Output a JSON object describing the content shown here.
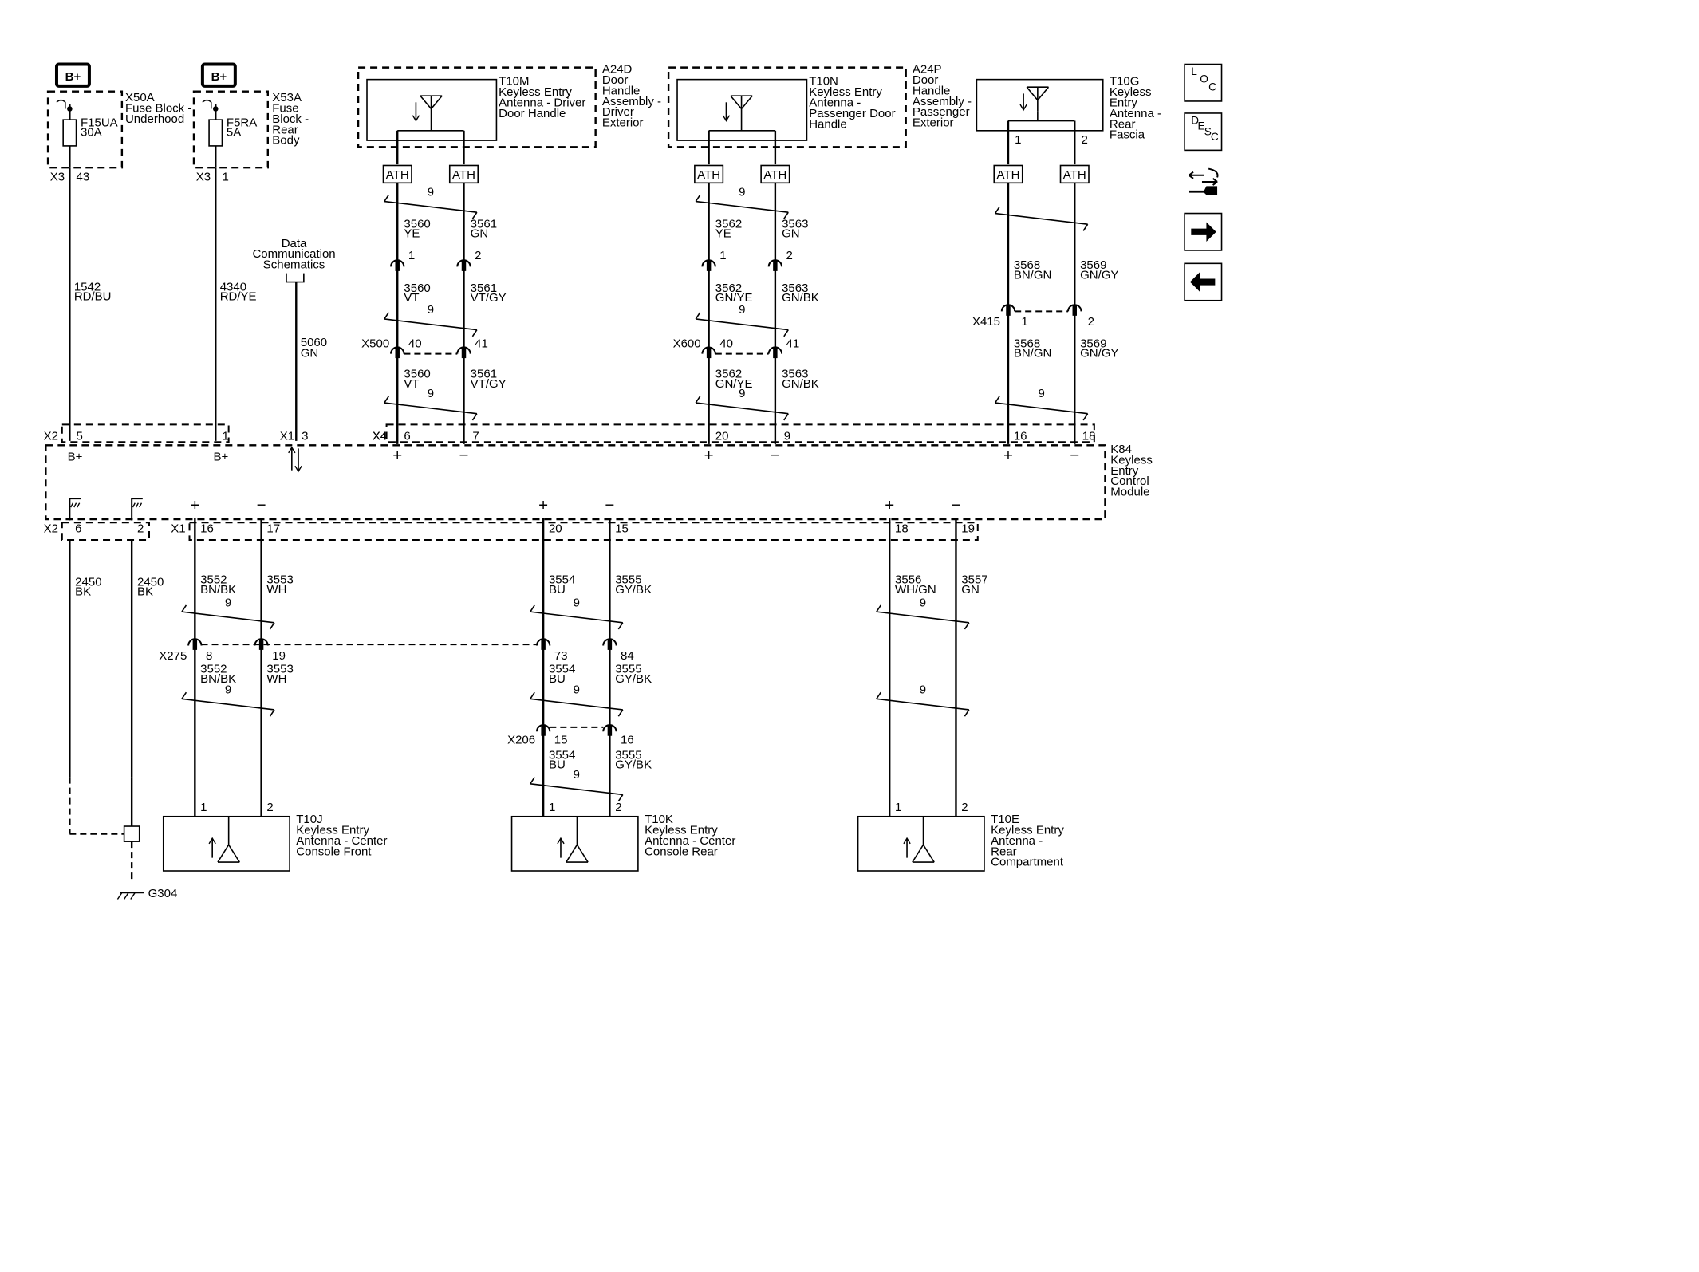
{
  "fuses": [
    {
      "badge": "B+",
      "id": "X50A",
      "lines": [
        "Fuse Block -",
        "Underhood"
      ],
      "fuse_name": "F15UA",
      "rating": "30A",
      "conn": "X3",
      "pin": "43",
      "circuit": "1542",
      "color": "RD/BU",
      "module_pin": "5",
      "module_label": "B+"
    },
    {
      "badge": "B+",
      "id": "X53A",
      "lines": [
        "Fuse",
        "Block -",
        "Rear",
        "Body"
      ],
      "fuse_name": "F5RA",
      "rating": "5A",
      "conn": "X3",
      "pin": "1",
      "circuit": "4340",
      "color": "RD/YE",
      "module_pin": "1",
      "module_label": "B+"
    }
  ],
  "data_comm": {
    "lines": [
      "Data",
      "Communication",
      "Schematics"
    ],
    "circuit": "5060",
    "color": "GN",
    "conn": "X1",
    "pin": "3"
  },
  "top_antennas": [
    {
      "id": "T10M",
      "desc": [
        "Keyless Entry",
        "Antenna - Driver",
        "Door Handle"
      ],
      "assembly_id": "A24D",
      "assembly": [
        "Door",
        "Handle",
        "Assembly -",
        "Driver",
        "Exterior"
      ],
      "ath": "ATH",
      "twist": "9",
      "upper": [
        [
          "3560",
          "YE"
        ],
        [
          "3561",
          "GN"
        ]
      ],
      "inline_pins": [
        "1",
        "2"
      ],
      "mid": [
        [
          "3560",
          "VT"
        ],
        [
          "3561",
          "VT/GY"
        ]
      ],
      "conn": "X500",
      "conn_pins": [
        "40",
        "41"
      ],
      "lower": [
        [
          "3560",
          "VT"
        ],
        [
          "3561",
          "VT/GY"
        ]
      ],
      "module_conn": "X4",
      "module_pins": [
        "6",
        "7"
      ]
    },
    {
      "id": "T10N",
      "desc": [
        "Keyless Entry",
        "Antenna -",
        "Passenger Door",
        "Handle"
      ],
      "assembly_id": "A24P",
      "assembly": [
        "Door",
        "Handle",
        "Assembly -",
        "Passenger",
        "Exterior"
      ],
      "ath": "ATH",
      "twist": "9",
      "upper": [
        [
          "3562",
          "YE"
        ],
        [
          "3563",
          "GN"
        ]
      ],
      "inline_pins": [
        "1",
        "2"
      ],
      "mid": [
        [
          "3562",
          "GN/YE"
        ],
        [
          "3563",
          "GN/BK"
        ]
      ],
      "conn": "X600",
      "conn_pins": [
        "40",
        "41"
      ],
      "lower": [
        [
          "3562",
          "GN/YE"
        ],
        [
          "3563",
          "GN/BK"
        ]
      ],
      "module_conn": "",
      "module_pins": [
        "20",
        "9"
      ]
    },
    {
      "id": "T10G",
      "desc": [
        "Keyless",
        "Entry",
        "Antenna -",
        "Rear",
        "Fascia"
      ],
      "pins": [
        "1",
        "2"
      ],
      "ath": "ATH",
      "twist": "9",
      "upper": [
        [
          "3568",
          "BN/GN"
        ],
        [
          "3569",
          "GN/GY"
        ]
      ],
      "conn": "X415",
      "conn_pins": [
        "1",
        "2"
      ],
      "lower": [
        [
          "3568",
          "BN/GN"
        ],
        [
          "3569",
          "GN/GY"
        ]
      ],
      "module_pins": [
        "16",
        "18"
      ]
    }
  ],
  "module": {
    "id": "K84",
    "lines": [
      "Keyless",
      "Entry",
      "Control",
      "Module"
    ],
    "plus": "+",
    "minus": "−",
    "top_conns": [
      "X2",
      "X1",
      "X4"
    ],
    "bottom_conns": [
      "X2",
      "X1"
    ]
  },
  "grounds": {
    "pins": [
      "6",
      "2"
    ],
    "circuit": "2450",
    "color": "BK",
    "ground_id": "G304"
  },
  "bottom_antennas": [
    {
      "id": "T10J",
      "desc": [
        "Keyless Entry",
        "Antenna - Center",
        "Console Front"
      ],
      "module_pins": [
        "16",
        "17"
      ],
      "upper": [
        [
          "3552",
          "BN/BK"
        ],
        [
          "3553",
          "WH"
        ]
      ],
      "twist": "9",
      "conn": "X275",
      "conn_pins": [
        "8",
        "19"
      ],
      "lower": [
        [
          "3552",
          "BN/BK"
        ],
        [
          "3553",
          "WH"
        ]
      ],
      "pins": [
        "1",
        "2"
      ]
    },
    {
      "id": "T10K",
      "desc": [
        "Keyless Entry",
        "Antenna - Center",
        "Console Rear"
      ],
      "module_pins": [
        "20",
        "15"
      ],
      "upper": [
        [
          "3554",
          "BU"
        ],
        [
          "3555",
          "GY/BK"
        ]
      ],
      "twist": "9",
      "conn": "",
      "conn_pins": [
        "73",
        "84"
      ],
      "mid": [
        [
          "3554",
          "BU"
        ],
        [
          "3555",
          "GY/BK"
        ]
      ],
      "conn2": "X206",
      "conn2_pins": [
        "15",
        "16"
      ],
      "lower": [
        [
          "3554",
          "BU"
        ],
        [
          "3555",
          "GY/BK"
        ]
      ],
      "pins": [
        "1",
        "2"
      ]
    },
    {
      "id": "T10E",
      "desc": [
        "Keyless Entry",
        "Antenna -",
        "Rear",
        "Compartment"
      ],
      "module_pins": [
        "18",
        "19"
      ],
      "upper": [
        [
          "3556",
          "WH/GN"
        ],
        [
          "3557",
          "GN"
        ]
      ],
      "twist": "9",
      "pins": [
        "1",
        "2"
      ]
    }
  ],
  "side_buttons": [
    {
      "name": "loc-button",
      "letters": [
        "L",
        "O",
        "C"
      ]
    },
    {
      "name": "desc-button",
      "letters": [
        "D",
        "E",
        "S",
        "C"
      ]
    },
    {
      "name": "component-view-button",
      "icon": "connector-tool-icon"
    },
    {
      "name": "next-page-button",
      "icon": "arrow-right-icon"
    },
    {
      "name": "previous-page-button",
      "icon": "arrow-left-icon"
    }
  ]
}
